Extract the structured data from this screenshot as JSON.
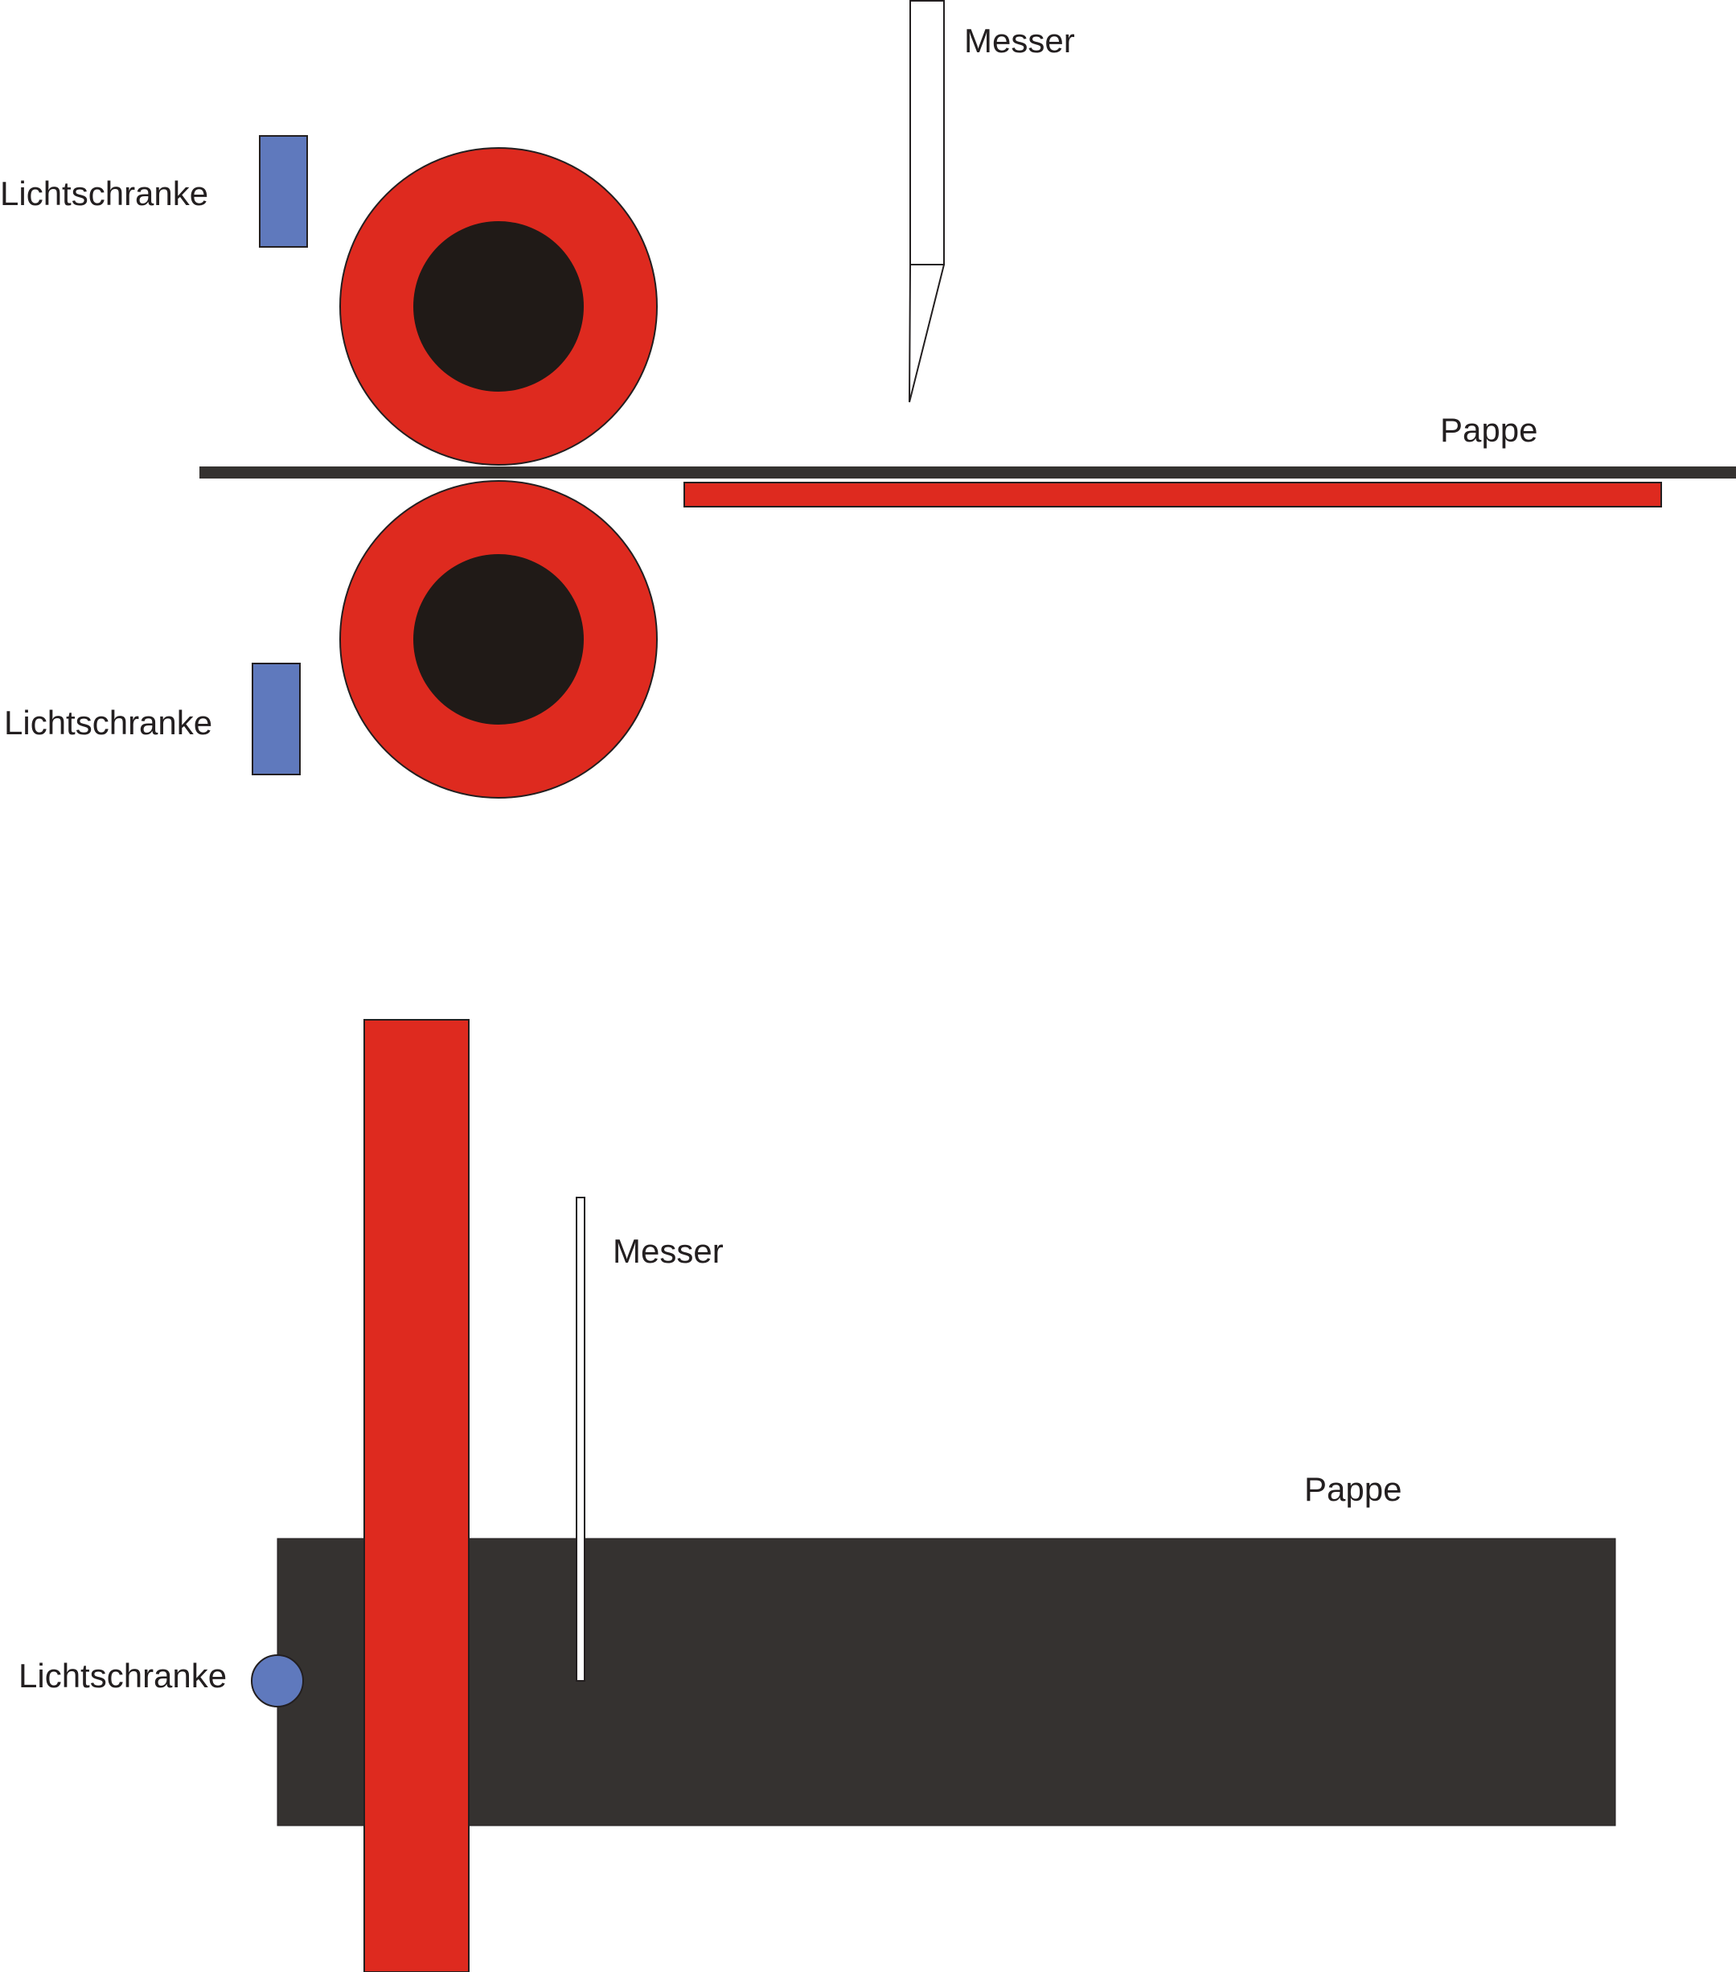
{
  "colors": {
    "roller": "#de2a1f",
    "roller_core": "#201a17",
    "board": "#353230",
    "sensor": "#5f79bd",
    "knife": "#ffffff",
    "outline": "#231f20",
    "text": "#231f20"
  },
  "side_view": {
    "knife_label": "Messer",
    "board_label": "Pappe",
    "sensor_top_label": "Lichtschranke",
    "sensor_bottom_label": "Lichtschranke"
  },
  "top_view": {
    "knife_label": "Messer",
    "board_label": "Pappe",
    "sensor_label": "Lichtschranke"
  }
}
